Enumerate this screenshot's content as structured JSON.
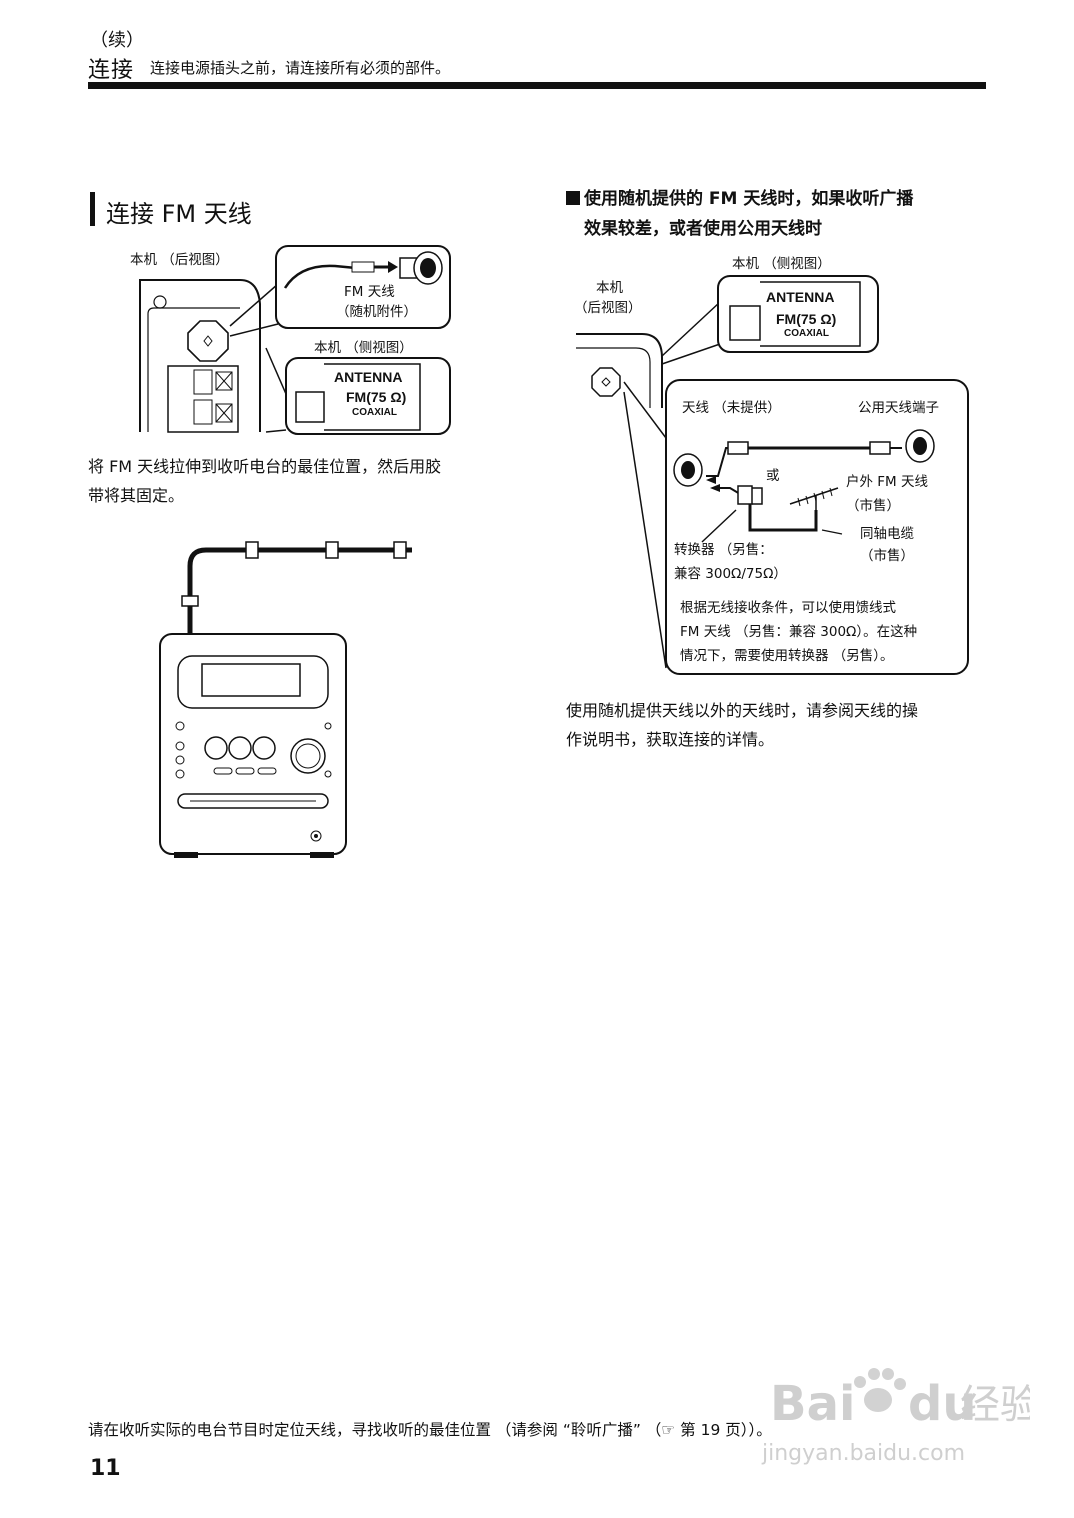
{
  "header": {
    "continued": "（续）",
    "title": "连接",
    "description": "连接电源插头之前，请连接所有必须的部件。"
  },
  "left_section": {
    "title": "连接 FM 天线",
    "figure1": {
      "label_unit_rear": "本机 （后视图）",
      "label_fm_antenna": "FM 天线",
      "label_supplied": "（随机附件）",
      "label_unit_side": "本机 （侧视图）",
      "antenna_panel_title": "ANTENNA",
      "antenna_panel_fm": "FM(75 Ω)",
      "antenna_panel_coaxial": "COAXIAL"
    },
    "paragraph_line1": "将 FM 天线拉伸到收听电台的最佳位置，然后用胶",
    "paragraph_line2": "带将其固定。"
  },
  "right_section": {
    "heading_line1": "使用随机提供的 FM 天线时，如果收听广播",
    "heading_line2": "效果较差，或者使用公用天线时",
    "figure": {
      "label_unit_side": "本机 （侧视图）",
      "label_unit": "本机",
      "label_rear_view": "（后视图）",
      "antenna_panel_title": "ANTENNA",
      "antenna_panel_fm": "FM(75 Ω)",
      "antenna_panel_coaxial": "COAXIAL",
      "label_antenna_not_supplied": "天线 （未提供）",
      "label_community_terminal": "公用天线端子",
      "label_or": "或",
      "label_outdoor_fm": "户外 FM 天线",
      "label_commercial1": "（市售）",
      "label_coax_cable": "同轴电缆",
      "label_commercial2": "（市售）",
      "label_converter1": "转换器 （另售：",
      "label_converter2": "兼容 300Ω/75Ω）",
      "note_line1": "根据无线接收条件，可以使用馈线式",
      "note_line2": "FM 天线 （另售：兼容 300Ω）。在这种",
      "note_line3": "情况下，需要使用转换器 （另售）。"
    },
    "paragraph_line1": "使用随机提供天线以外的天线时，请参阅天线的操",
    "paragraph_line2": "作说明书，获取连接的详情。"
  },
  "footer": {
    "note": "请在收听实际的电台节目时定位天线，寻找收听的最佳位置 （请参阅 “聆听广播” （☞ 第 19 页））。",
    "page_number": "11"
  },
  "watermark": {
    "brand": "Bai",
    "brand2": "du",
    "label": "经验",
    "url": "jingyan.baidu.com"
  }
}
